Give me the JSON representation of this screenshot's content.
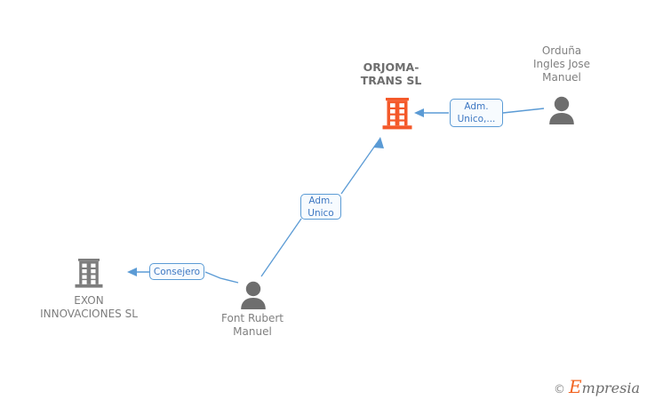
{
  "diagram": {
    "title": "ORJOMA-TRANS SL relationship graph",
    "background_color": "#ffffff",
    "nodes": [
      {
        "id": "orjoma",
        "label": "ORJOMA-\nTRANS  SL",
        "type": "company",
        "icon": "building-icon",
        "icon_color": "#f4592a",
        "focus": true
      },
      {
        "id": "orduna",
        "label": "Orduña\nIngles Jose\nManuel",
        "type": "person",
        "icon": "person-icon",
        "icon_color": "#6e6e6e",
        "focus": false
      },
      {
        "id": "font",
        "label": "Font Rubert\nManuel",
        "type": "person",
        "icon": "person-icon",
        "icon_color": "#6e6e6e",
        "focus": false
      },
      {
        "id": "exon",
        "label": "EXON\nINNOVACIONES SL",
        "type": "company",
        "icon": "building-icon",
        "icon_color": "#7d7d7d",
        "focus": false
      }
    ],
    "edges": [
      {
        "id": "edge-orduna-orjoma",
        "from": "orduna",
        "to": "orjoma",
        "label": "Adm.\nUnico,...",
        "color": "#5b9bd5"
      },
      {
        "id": "edge-font-orjoma",
        "from": "font",
        "to": "orjoma",
        "label": "Adm.\nUnico",
        "color": "#5b9bd5"
      },
      {
        "id": "edge-font-exon",
        "from": "font",
        "to": "exon",
        "label": "Consejero",
        "color": "#5b9bd5"
      }
    ],
    "watermark": {
      "copyright": "©",
      "brand_initial": "E",
      "brand_rest": "mpresia"
    },
    "colors": {
      "accent_orange": "#f4592a",
      "edge_blue": "#5b9bd5",
      "label_text_blue": "#3d77c2",
      "node_text_gray": "#808080",
      "icon_gray": "#6e6e6e"
    }
  }
}
